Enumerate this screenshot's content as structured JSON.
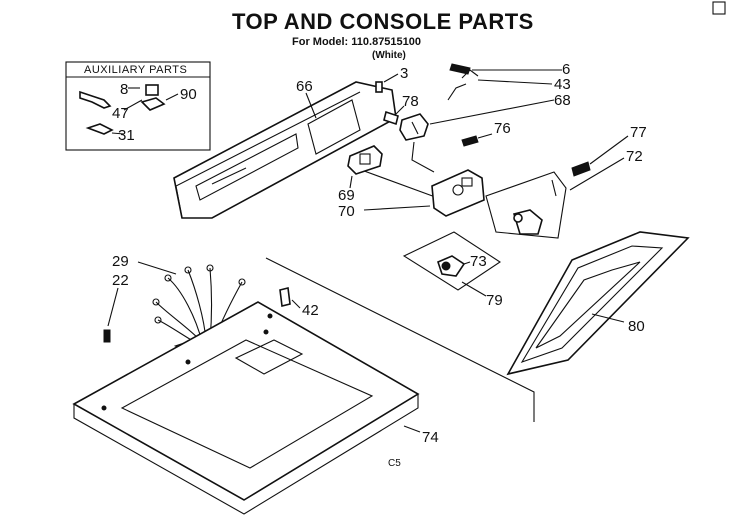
{
  "header": {
    "title": "TOP AND CONSOLE PARTS",
    "model_line": "For Model: 110.87515100",
    "model_variant": "(White)"
  },
  "auxiliary_box": {
    "title": "AUXILIARY PARTS",
    "labels": [
      "8",
      "47",
      "90",
      "31"
    ]
  },
  "parts": {
    "p3": "3",
    "p6": "6",
    "p22": "22",
    "p29": "29",
    "p31": "31",
    "p42": "42",
    "p43": "43",
    "p47": "47",
    "p66": "66",
    "p68": "68",
    "p69": "69",
    "p70": "70",
    "p72": "72",
    "p73": "73",
    "p74": "74",
    "p76": "76",
    "p77": "77",
    "p78": "78",
    "p79": "79",
    "p80": "80",
    "p8": "8",
    "p90": "90"
  },
  "footer_code": "C5",
  "colors": {
    "ink": "#111111",
    "paper": "#ffffff"
  }
}
